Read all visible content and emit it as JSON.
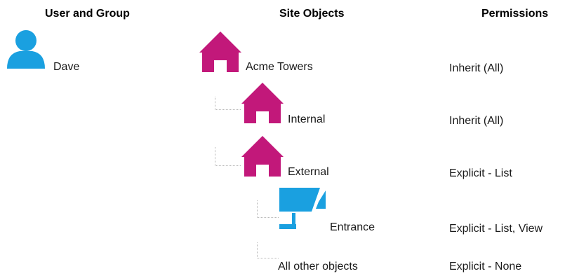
{
  "headers": {
    "user_group": "User and Group",
    "site_objects": "Site Objects",
    "permissions": "Permissions"
  },
  "user": {
    "name": "Dave",
    "icon": "user-icon",
    "color": "#1aa0e0"
  },
  "site_objects": [
    {
      "label": "Acme Towers",
      "icon": "house-icon",
      "level": 0,
      "permission": "Inherit (All)"
    },
    {
      "label": "Internal",
      "icon": "house-icon",
      "level": 1,
      "permission": "Inherit (All)"
    },
    {
      "label": "External",
      "icon": "house-icon",
      "level": 1,
      "permission": "Explicit - List"
    },
    {
      "label": "Entrance",
      "icon": "camera-icon",
      "level": 2,
      "permission": "Explicit - List, View"
    },
    {
      "label": "All other objects",
      "icon": "",
      "level": 2,
      "permission": "Explicit - None"
    }
  ],
  "colors": {
    "house": "#c2187a",
    "camera": "#1aa0e0",
    "connector": "#b8b8b8"
  }
}
